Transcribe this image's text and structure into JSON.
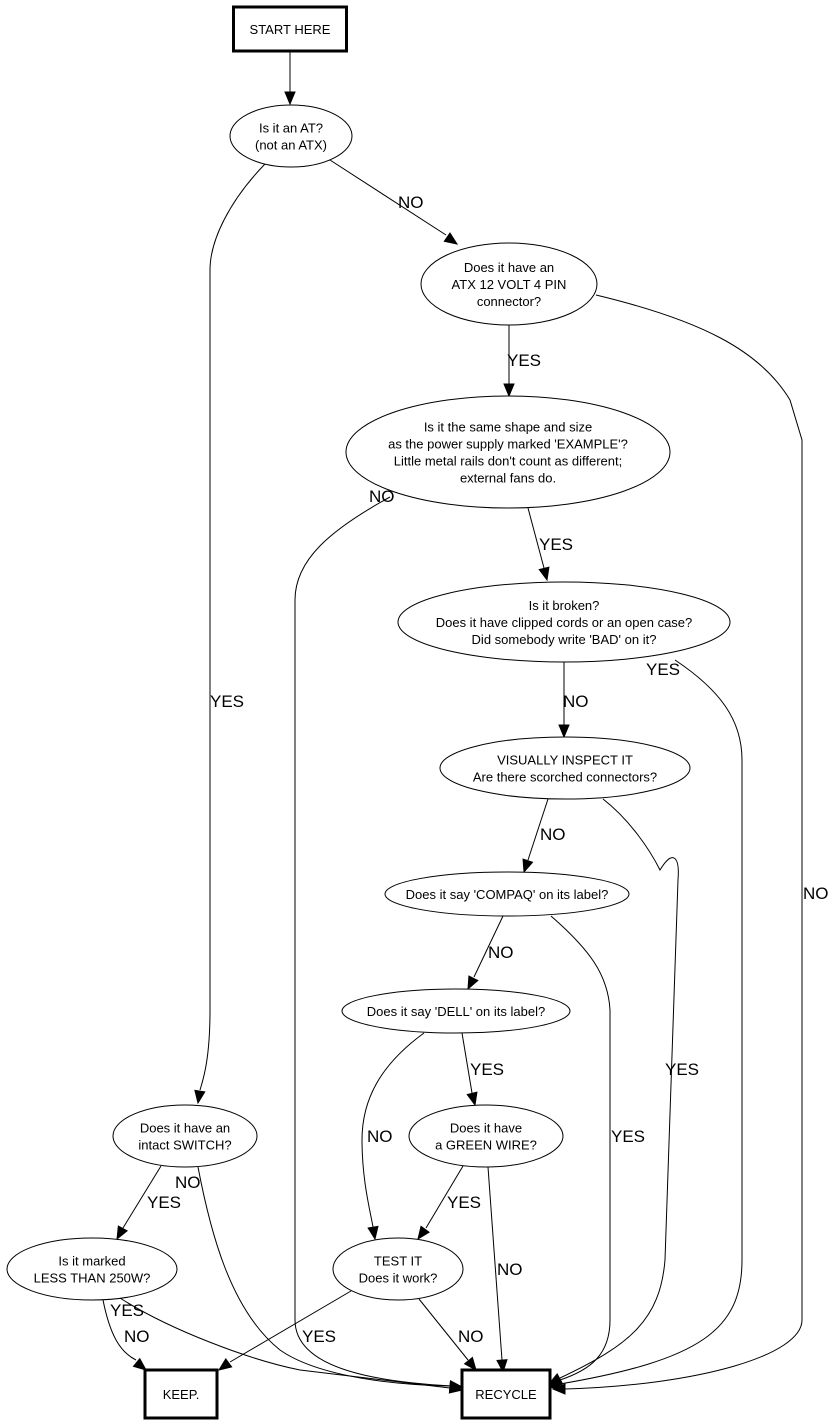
{
  "diagram": {
    "title": "Power supply sorting flowchart",
    "nodes": {
      "start": {
        "shape": "box",
        "lines": [
          "START HERE"
        ]
      },
      "is_at": {
        "shape": "ellipse",
        "lines": [
          "Is it an AT?",
          "(not an ATX)"
        ]
      },
      "atx12v": {
        "shape": "ellipse",
        "lines": [
          "Does it have an",
          "ATX 12 VOLT 4 PIN",
          "connector?"
        ]
      },
      "same_shape": {
        "shape": "ellipse",
        "lines": [
          "Is it the same shape and size",
          "as the power supply marked 'EXAMPLE'?",
          "Little metal rails don't count as different;",
          "external fans do."
        ]
      },
      "broken": {
        "shape": "ellipse",
        "lines": [
          "Is it broken?",
          "Does it have clipped cords or an open case?",
          "Did somebody write 'BAD' on it?"
        ]
      },
      "inspect": {
        "shape": "ellipse",
        "lines": [
          "VISUALLY INSPECT IT",
          "Are there scorched connectors?"
        ]
      },
      "compaq": {
        "shape": "ellipse",
        "lines": [
          "Does it say 'COMPAQ' on its label?"
        ]
      },
      "dell": {
        "shape": "ellipse",
        "lines": [
          "Does it say 'DELL' on its label?"
        ]
      },
      "green_wire": {
        "shape": "ellipse",
        "lines": [
          "Does it have",
          "a GREEN WIRE?"
        ]
      },
      "switch": {
        "shape": "ellipse",
        "lines": [
          "Does it have an",
          "intact SWITCH?"
        ]
      },
      "less250": {
        "shape": "ellipse",
        "lines": [
          "Is it marked",
          "LESS THAN 250W?"
        ]
      },
      "test": {
        "shape": "ellipse",
        "lines": [
          "TEST IT",
          "Does it work?"
        ]
      },
      "keep": {
        "shape": "box",
        "lines": [
          "KEEP."
        ]
      },
      "recycle": {
        "shape": "box",
        "lines": [
          "RECYCLE"
        ]
      }
    },
    "edges": [
      {
        "id": "start-is_at",
        "from": "start",
        "to": "is_at",
        "label": ""
      },
      {
        "id": "is_at-atx12v",
        "from": "is_at",
        "to": "atx12v",
        "label": "NO"
      },
      {
        "id": "is_at-switch",
        "from": "is_at",
        "to": "switch",
        "label": "YES"
      },
      {
        "id": "atx12v-same_shape",
        "from": "atx12v",
        "to": "same_shape",
        "label": "YES"
      },
      {
        "id": "atx12v-recycle",
        "from": "atx12v",
        "to": "recycle",
        "label": "NO"
      },
      {
        "id": "same_shape-broken",
        "from": "same_shape",
        "to": "broken",
        "label": "YES"
      },
      {
        "id": "same_shape-recycle",
        "from": "same_shape",
        "to": "recycle",
        "label": "NO"
      },
      {
        "id": "broken-inspect",
        "from": "broken",
        "to": "inspect",
        "label": "NO"
      },
      {
        "id": "broken-recycle",
        "from": "broken",
        "to": "recycle",
        "label": "YES"
      },
      {
        "id": "inspect-compaq",
        "from": "inspect",
        "to": "compaq",
        "label": "NO"
      },
      {
        "id": "inspect-recycle",
        "from": "inspect",
        "to": "recycle",
        "label": "YES"
      },
      {
        "id": "compaq-dell",
        "from": "compaq",
        "to": "dell",
        "label": "NO"
      },
      {
        "id": "compaq-recycle",
        "from": "compaq",
        "to": "recycle",
        "label": "YES"
      },
      {
        "id": "dell-green_wire",
        "from": "dell",
        "to": "green_wire",
        "label": "YES"
      },
      {
        "id": "dell-test",
        "from": "dell",
        "to": "test",
        "label": "NO"
      },
      {
        "id": "green_wire-test",
        "from": "green_wire",
        "to": "test",
        "label": "YES"
      },
      {
        "id": "green_wire-recycle",
        "from": "green_wire",
        "to": "recycle",
        "label": "NO"
      },
      {
        "id": "switch-less250",
        "from": "switch",
        "to": "less250",
        "label": "YES"
      },
      {
        "id": "switch-recycle",
        "from": "switch",
        "to": "recycle",
        "label": "NO"
      },
      {
        "id": "less250-keep",
        "from": "less250",
        "to": "keep",
        "label": "NO"
      },
      {
        "id": "less250-recycle",
        "from": "less250",
        "to": "recycle",
        "label": "YES"
      },
      {
        "id": "test-keep",
        "from": "test",
        "to": "keep",
        "label": "YES"
      },
      {
        "id": "test-recycle",
        "from": "test",
        "to": "recycle",
        "label": "NO"
      }
    ]
  }
}
